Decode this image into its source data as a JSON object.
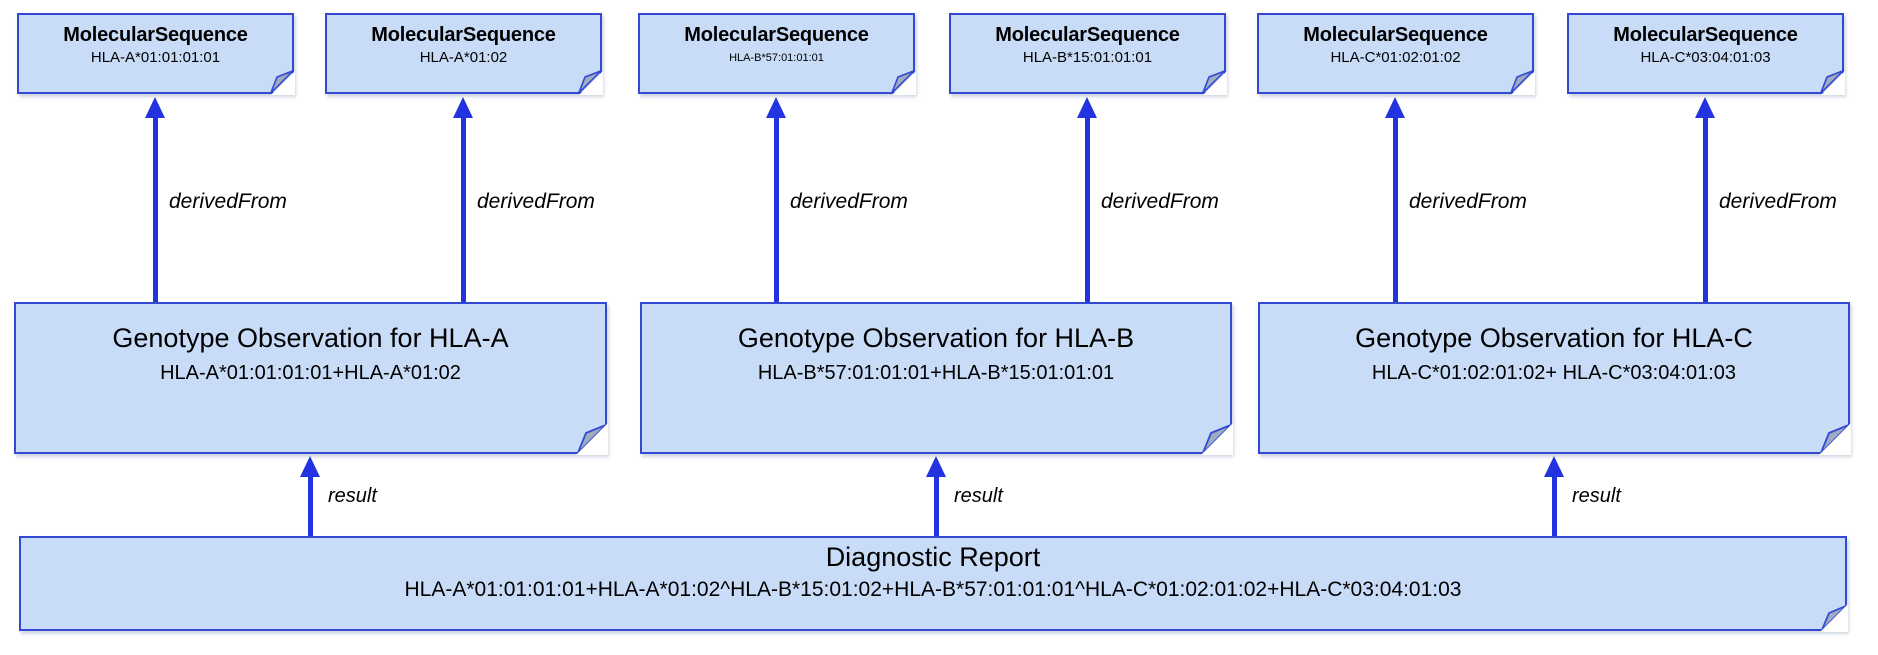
{
  "labels": {
    "derived_from": "derivedFrom",
    "result": "result"
  },
  "molecular_sequences": [
    {
      "title": "MolecularSequence",
      "subtitle": "HLA-A*01:01:01:01"
    },
    {
      "title": "MolecularSequence",
      "subtitle": "HLA-A*01:02"
    },
    {
      "title": "MolecularSequence",
      "subtitle": "HLA-B*57:01:01:01"
    },
    {
      "title": "MolecularSequence",
      "subtitle": "HLA-B*15:01:01:01"
    },
    {
      "title": "MolecularSequence",
      "subtitle": "HLA-C*01:02:01:02"
    },
    {
      "title": "MolecularSequence",
      "subtitle": "HLA-C*03:04:01:03"
    }
  ],
  "genotype_observations": [
    {
      "title": "Genotype Observation for HLA-A",
      "subtitle": "HLA-A*01:01:01:01+HLA-A*01:02"
    },
    {
      "title": "Genotype Observation for HLA-B",
      "subtitle": "HLA-B*57:01:01:01+HLA-B*15:01:01:01"
    },
    {
      "title": "Genotype Observation for HLA-C",
      "subtitle": "HLA-C*01:02:01:02+ HLA-C*03:04:01:03"
    }
  ],
  "diagnostic_report": {
    "title": "Diagnostic Report",
    "subtitle": "HLA-A*01:01:01:01+HLA-A*01:02^HLA-B*15:01:02+HLA-B*57:01:01:01^HLA-C*01:02:01:02+HLA-C*03:04:01:03"
  },
  "colors": {
    "box_fill": "#C8DCF8",
    "box_border": "#3349D4",
    "arrow": "#2433E0",
    "fold_flap": "#9FABBE",
    "text": "#000000",
    "background": "#FFFFFF"
  }
}
